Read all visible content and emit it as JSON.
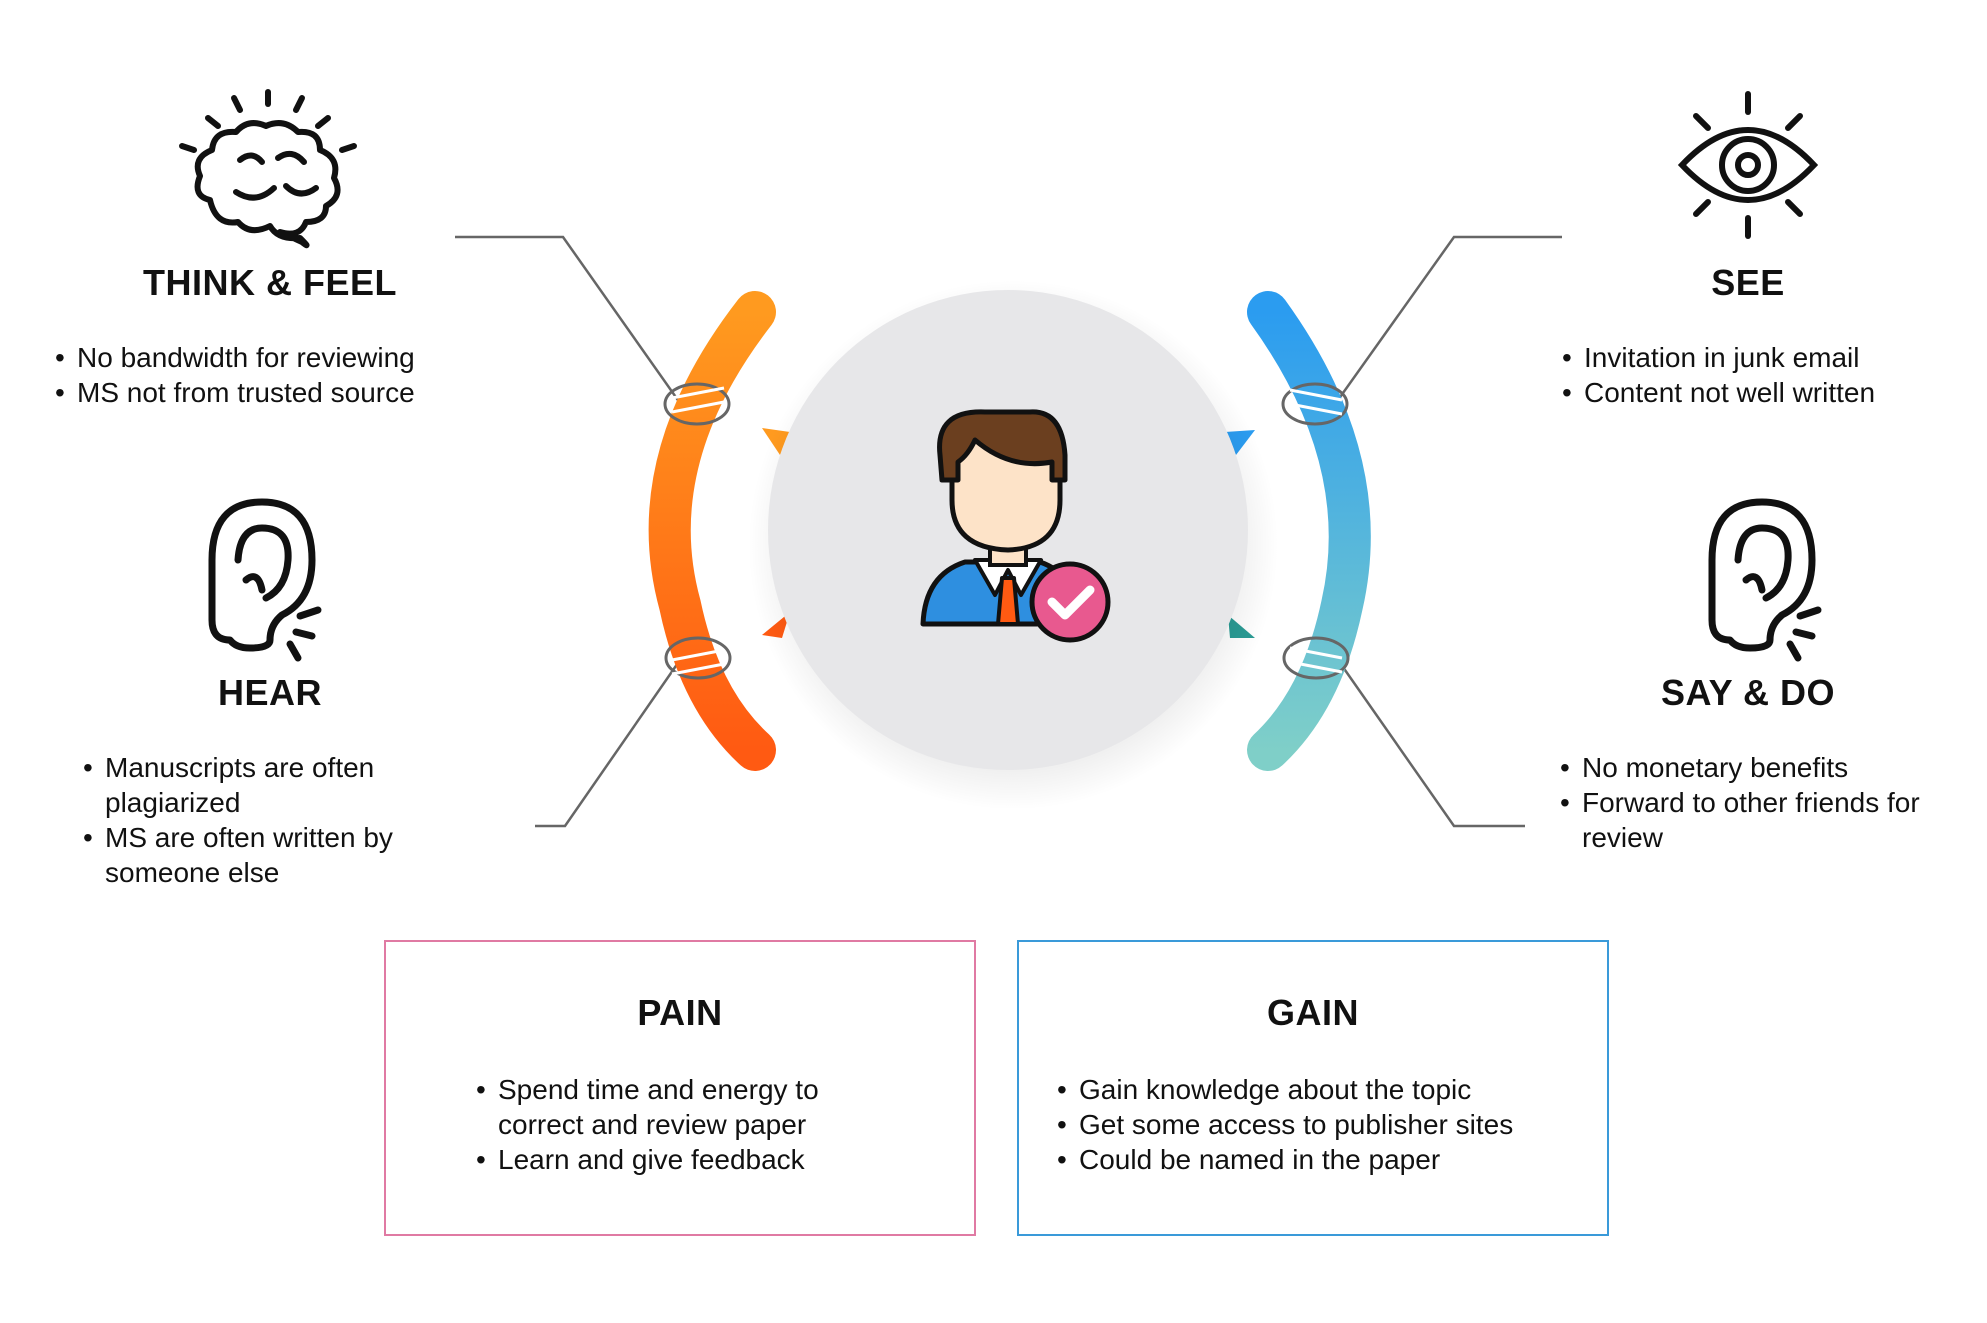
{
  "think_feel": {
    "title": "THINK & FEEL",
    "icon": "brain-icon",
    "items": [
      "No bandwidth for reviewing",
      "MS not from trusted source"
    ]
  },
  "hear": {
    "title": "HEAR",
    "icon": "ear-icon",
    "items": [
      "Manuscripts are often plagiarized",
      "MS are often written by someone else"
    ]
  },
  "see": {
    "title": "SEE",
    "icon": "eye-icon",
    "items": [
      "Invitation in junk email",
      "Content not well written"
    ]
  },
  "say_do": {
    "title": "SAY & DO",
    "icon": "ear-icon",
    "items": [
      "No monetary benefits",
      "Forward to other friends for review"
    ]
  },
  "pain": {
    "title": "PAIN",
    "border_color": "#e07aa3",
    "items": [
      "Spend time and energy to correct and review paper",
      "Learn and give feedback"
    ]
  },
  "gain": {
    "title": "GAIN",
    "border_color": "#3a9ad9",
    "items": [
      "Gain knowledge about the topic",
      "Get some access to publisher sites",
      "Could be named in the paper"
    ]
  },
  "center": {
    "icon": "user-avatar-with-check-icon",
    "badge_color": "#e8598f"
  },
  "colors": {
    "left_arc_top": "#ff9a1f",
    "left_arc_bottom": "#ff5a12",
    "right_arc_top": "#2b9cf0",
    "right_arc_bottom": "#7fcfc8",
    "connector": "#666666"
  }
}
